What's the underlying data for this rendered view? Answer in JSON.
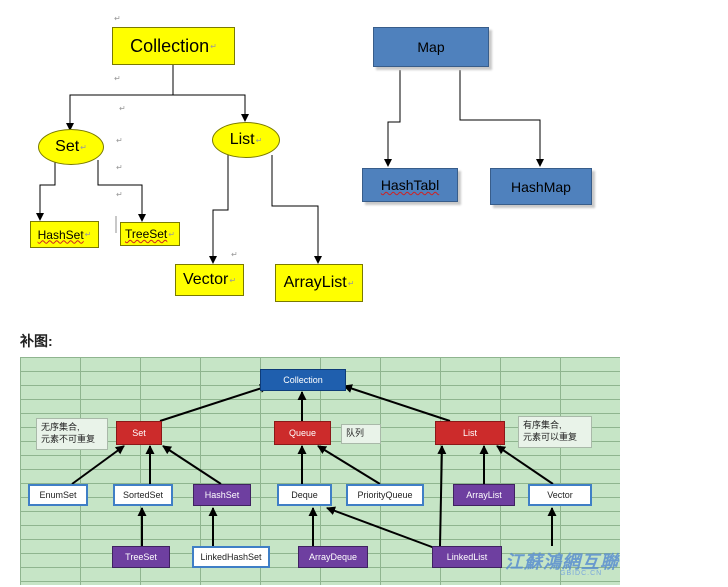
{
  "top": {
    "collection": "Collection",
    "set": "Set",
    "list": "List",
    "hashset": "HashSet",
    "treeset": "TreeSet",
    "vector": "Vector",
    "arraylist": "ArrayList",
    "map": "Map",
    "hashtabl": "HashTabl",
    "hashmap": "HashMap"
  },
  "section_title": "补图:",
  "bottom": {
    "collection": "Collection",
    "set": "Set",
    "queue": "Queue",
    "list": "List",
    "note_set_line1": "无序集合,",
    "note_set_line2": "元素不可重复",
    "note_queue": "队列",
    "note_list_line1": "有序集合,",
    "note_list_line2": "元素可以重复",
    "enumset": "EnumSet",
    "sortedset": "SortedSet",
    "hashset": "HashSet",
    "deque": "Deque",
    "priorityqueue": "PriorityQueue",
    "arraylist": "ArrayList",
    "vector": "Vector",
    "treeset": "TreeSet",
    "linkedhashset": "LinkedHashSet",
    "arraydeque": "ArrayDeque",
    "linkedlist": "LinkedList"
  },
  "watermark": {
    "text": "江蘇鴻網互聯",
    "sub": "GBIDC.CN"
  },
  "colors": {
    "yellow": "#ffff00",
    "map_blue": "#4f81bd",
    "grid_green": "#c6e5c6",
    "interface_red": "#cc2b2b",
    "class_purple": "#6e3fa0",
    "root_blue": "#1f5fae"
  }
}
